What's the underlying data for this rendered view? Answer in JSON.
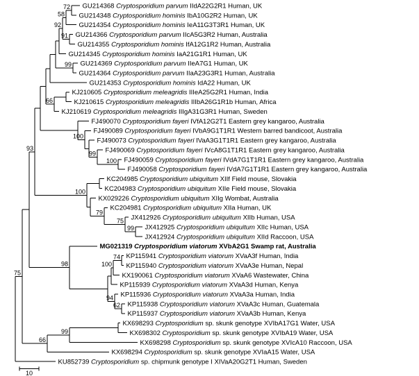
{
  "figure": {
    "scale_bar_label": "10",
    "line_color": "#000000",
    "background_color": "#ffffff"
  },
  "tree": {
    "len": 22,
    "children": [
      {
        "len": 10,
        "bs": "75",
        "children": [
          {
            "len": 10,
            "children": [
              {
                "len": 8,
                "bs": "93",
                "children": [
                  {
                    "len": 8,
                    "children": [
                      {
                        "len": 8,
                        "children": [
                          {
                            "len": 6,
                            "children": [
                              {
                                "len": 8,
                                "children": [
                                  {
                                    "len": 5,
                                    "children": [
                                      {
                                        "len": 5,
                                        "bs": "92",
                                        "children": [
                                          {
                                            "len": 5,
                                            "bs": "58",
                                            "children": [
                                              {
                                                "len": 8,
                                                "bs": "72",
                                                "children": [
                                                  {
                                                    "len": 12,
                                                    "acc": "GU214368",
                                                    "sp": "Cryptosporidium parvum",
                                                    "rest": "IIdA22G2R1 Human, UK"
                                                  },
                                                  {
                                                    "len": 7,
                                                    "acc": "GU214348",
                                                    "sp": "Cryptosporidium hominis",
                                                    "rest": "IbA10G2R2 Human, UK"
                                                  }
                                                ]
                                              },
                                              {
                                                "len": 15,
                                                "acc": "GU214354",
                                                "sp": "Cryptosporidium hominis",
                                                "rest": "IeA11G3T3R1 Human, UK"
                                              }
                                            ]
                                          },
                                          {
                                            "len": 10,
                                            "bs": "91",
                                            "children": [
                                              {
                                                "len": 5,
                                                "acc": "GU214366",
                                                "sp": "Cryptosporidium parvum",
                                                "rest": "IIcA5G3R2 Human, Australia"
                                              },
                                              {
                                                "len": 8,
                                                "acc": "GU214355",
                                                "sp": "Cryptosporidium hominis",
                                                "rest": "IfA12G1R2 Human, Australia"
                                              }
                                            ]
                                          }
                                        ]
                                      },
                                      {
                                        "len": 10,
                                        "acc": "GU214345",
                                        "sp": "Cryptosporidium hominis",
                                        "rest": "IaA21G1R1 Human, UK"
                                      }
                                    ]
                                  },
                                  {
                                    "len": 25,
                                    "bs": "99",
                                    "children": [
                                      {
                                        "len": 7,
                                        "acc": "GU214369",
                                        "sp": "Cryptosporidium parvum",
                                        "rest": "IIeA7G1 Human, UK"
                                      },
                                      {
                                        "len": 5,
                                        "acc": "GU214364",
                                        "sp": "Cryptosporidium parvum",
                                        "rest": "IIaA23G3R1 Human, Australia"
                                      }
                                    ]
                                  }
                                ]
                              },
                              {
                                "len": 53,
                                "acc": "GU214353",
                                "sp": "Cryptosporidium hominis",
                                "rest": "IdA22 Human, UK"
                              }
                            ]
                          },
                          {
                            "len": 12,
                            "bs": "66",
                            "children": [
                              {
                                "len": 17,
                                "children": [
                                  {
                                    "len": 5,
                                    "acc": "KJ210605",
                                    "sp": "Cryptosporidium meleagridis",
                                    "rest": "IIIeA25G2R1 Human, India"
                                  },
                                  {
                                    "len": 8,
                                    "acc": "KJ210615",
                                    "sp": "Cryptosporidium meleagridis",
                                    "rest": "IIIbA26G1R1b Human, Africa"
                                  }
                                ]
                              },
                              {
                                "len": 7,
                                "acc": "KJ210619",
                                "sp": "Cryptosporidium meleagridis",
                                "rest": "IIIgA31G3R1 Human, Sweden"
                              }
                            ]
                          }
                        ]
                      },
                      {
                        "len": 54,
                        "children": [
                          {
                            "len": 16,
                            "acc": "FJ490070",
                            "sp": "Cryptosporidium fayeri",
                            "rest": "IVfA12G2T1 Eastern grey kangaroo, Australia"
                          },
                          {
                            "len": 10,
                            "bs": "100",
                            "children": [
                              {
                                "len": 9,
                                "acc": "FJ490089",
                                "sp": "Cryptosporidium fayeri",
                                "rest": "IVbA9G1T1R1 Western barred bandicoot, Australia"
                              },
                              {
                                "len": 6,
                                "children": [
                                  {
                                    "len": 8,
                                    "acc": "FJ490073",
                                    "sp": "Cryptosporidium fayeri",
                                    "rest": "IVaA3G1T1R1 Eastern grey kangaroo, Australia"
                                  },
                                  {
                                    "len": 12,
                                    "bs": "99",
                                    "children": [
                                      {
                                        "len": 8,
                                        "acc": "FJ490069",
                                        "sp": "Cryptosporidium fayeri",
                                        "rest": "IVcA8G1T1R1 Eastern grey kangaroo, Australia"
                                      },
                                      {
                                        "len": 30,
                                        "bs": "100",
                                        "children": [
                                          {
                                            "len": 5,
                                            "acc": "FJ490059",
                                            "sp": "Cryptosporidium fayeri",
                                            "rest": "IVdA7G1T1R1 Eastern grey kangaroo, Australia"
                                          },
                                          {
                                            "len": 10,
                                            "acc": "FJ490058",
                                            "sp": "Cryptosporidium fayeri",
                                            "rest": "IVdA7G1T1R1 Eastern grey kangaroo, Australia"
                                          }
                                        ]
                                      }
                                    ]
                                  }
                                ]
                              }
                            ]
                          }
                        ]
                      }
                    ]
                  },
                  {
                    "len": 75,
                    "bs": "100",
                    "children": [
                      {
                        "len": 18,
                        "children": [
                          {
                            "len": 7,
                            "acc": "KC204985",
                            "sp": "Cryptosporidium ubiquitum",
                            "rest": "XIIf Field mouse, Slovakia"
                          },
                          {
                            "len": 4,
                            "acc": "KC204983",
                            "sp": "Cryptosporidium ubiquitum",
                            "rest": "XIIe Field mouse, Slovakia"
                          }
                        ]
                      },
                      {
                        "len": 5,
                        "children": [
                          {
                            "len": 8,
                            "acc": "KX029226",
                            "sp": "Cryptosporidium ubiquitum",
                            "rest": "XIIg Wombat, Australia"
                          },
                          {
                            "len": 20,
                            "bs": "79",
                            "children": [
                              {
                                "len": 5,
                                "acc": "KC204981",
                                "sp": "Cryptosporidium ubiquitum",
                                "rest": "XIIa Human, UK"
                              },
                              {
                                "len": 30,
                                "bs": "75",
                                "children": [
                                  {
                                    "len": 5,
                                    "acc": "JX412926",
                                    "sp": "Cryptosporidium ubiquitum",
                                    "rest": "XIIb Human, USA"
                                  },
                                  {
                                    "len": 15,
                                    "bs": "99",
                                    "children": [
                                      {
                                        "len": 10,
                                        "acc": "JX412925",
                                        "sp": "Cryptosporidium ubiquitum",
                                        "rest": "XIIc Human, USA"
                                      },
                                      {
                                        "len": 10,
                                        "acc": "JX412924",
                                        "sp": "Cryptosporidium ubiquitum",
                                        "rest": "XIId Raccoon, USA"
                                      }
                                    ]
                                  }
                                ]
                              }
                            ]
                          }
                        ]
                      }
                    ]
                  }
                ]
              },
              {
                "len": 58,
                "bs": "98",
                "children": [
                  {
                    "len": 40,
                    "bold": true,
                    "acc": "MG021319",
                    "sp": "Cryptosporidium viatorum",
                    "rest": "XVbA2G1 Swamp rat, Australia"
                  },
                  {
                    "len": 55,
                    "children": [
                      {
                        "len": 5,
                        "children": [
                          {
                            "len": 3,
                            "bs": "100",
                            "children": [
                              {
                                "len": 12,
                                "bs": "74",
                                "children": [
                                  {
                                    "len": 3,
                                    "acc": "KP115941",
                                    "sp": "Cryptosporidium viatorum",
                                    "rest": "XVaA3f Human, India"
                                  },
                                  {
                                    "len": 3,
                                    "acc": "KP115940",
                                    "sp": "Cryptosporidium viatorum",
                                    "rest": "XVaA3e Human, Nepal"
                                  }
                                ]
                              },
                              {
                                "len": 9,
                                "acc": "KX190061",
                                "sp": "Cryptosporidium viatorum",
                                "rest": "XVaA6 Wastewater, China"
                              }
                            ]
                          },
                          {
                            "len": 9,
                            "acc": "KP115939",
                            "sp": "Cryptosporidium viatorum",
                            "rest": "XVaA3d Human, Kenya"
                          }
                        ]
                      },
                      {
                        "len": 10,
                        "bs": "94",
                        "children": [
                          {
                            "len": 5,
                            "acc": "KP115936",
                            "sp": "Cryptosporidium viatorum",
                            "rest": "XVaA3a Human, India"
                          },
                          {
                            "len": 10,
                            "bs": "62",
                            "children": [
                              {
                                "len": 5,
                                "acc": "KP115938",
                                "sp": "Cryptosporidium viatorum",
                                "rest": "XVaA3c Human, Guatemala"
                              },
                              {
                                "len": 5,
                                "acc": "KP115937",
                                "sp": "Cryptosporidium viatorum",
                                "rest": "XVaA3b Human, Kenya"
                              }
                            ]
                          }
                        ]
                      }
                    ]
                  }
                ]
              }
            ]
          },
          {
            "len": 36,
            "bs": "66",
            "children": [
              {
                "len": 32,
                "bs": "99",
                "children": [
                  {
                    "len": 70,
                    "children": [
                      {
                        "len": 3,
                        "acc": "KX698293",
                        "sp": "Cryptosporidium",
                        "rest": "sp. skunk genotype XVIbA17G1 Water, USA"
                      },
                      {
                        "len": 13,
                        "acc": "KX698302",
                        "sp": "Cryptosporidium",
                        "rest": "sp. skunk genotype XVIbA19 Water, USA"
                      }
                    ]
                  },
                  {
                    "len": 98,
                    "acc": "KX698298",
                    "sp": "Cryptosporidium",
                    "rest": "sp. skunk genotype XVIcA10 Raccoon, USA"
                  }
                ]
              },
              {
                "len": 89,
                "acc": "KX698294",
                "sp": "Cryptosporidium",
                "rest": "sp. skunk genotype XVIaA15 Water, USA"
              }
            ]
          }
        ]
      },
      {
        "len": 58,
        "acc": "KU852739",
        "sp": "Cryptosporidium",
        "rest": "sp. chipmunk genotype I XIVaA20G2T1 Human, Sweden"
      }
    ]
  }
}
